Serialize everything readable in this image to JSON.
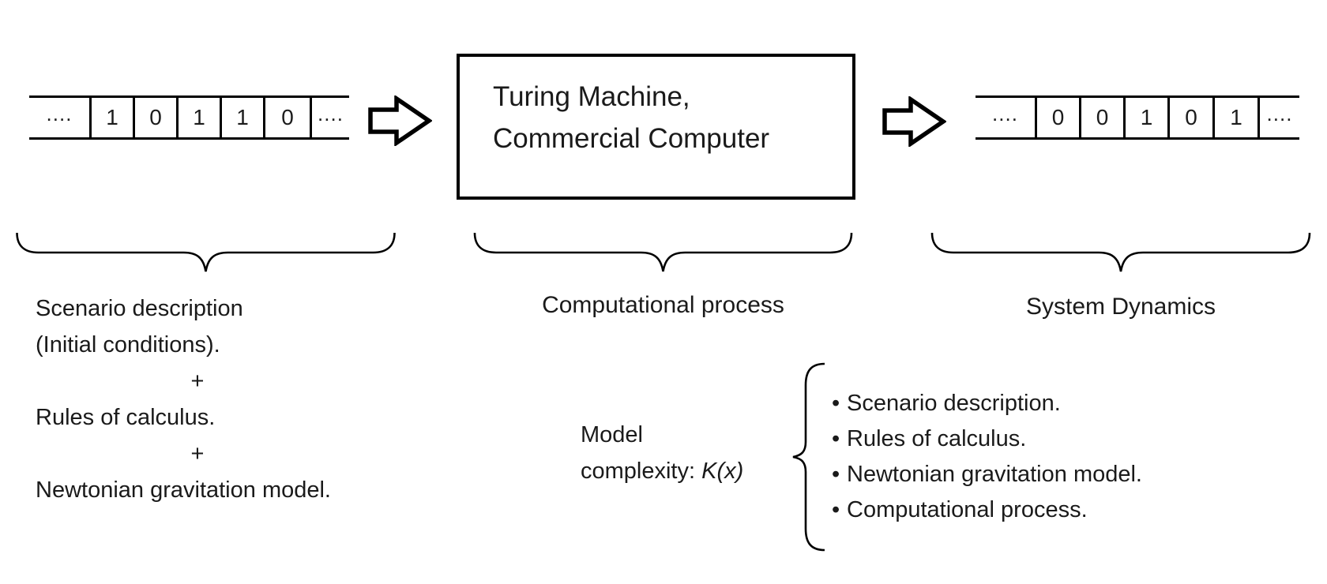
{
  "diagram": {
    "input_tape": {
      "cells": [
        "....",
        "1",
        "0",
        "1",
        "1",
        "0",
        "...."
      ]
    },
    "output_tape": {
      "cells": [
        "....",
        "0",
        "0",
        "1",
        "0",
        "1",
        "...."
      ]
    },
    "processor_box": {
      "line1": "Turing Machine,",
      "line2": "Commercial Computer"
    },
    "labels": {
      "input_line1": "Scenario description",
      "input_line2": "(Initial conditions).",
      "plus": "+",
      "input_line3": "Rules of calculus.",
      "input_line4": "Newtonian gravitation model.",
      "process": "Computational process",
      "output": "System Dynamics"
    },
    "complexity": {
      "label_line1": "Model",
      "label_line2_prefix": "complexity: ",
      "label_line2_math": "K(x)",
      "bullet_glyph": "•",
      "items": [
        "Scenario description.",
        "Rules of calculus.",
        "Newtonian gravitation model.",
        "Computational process."
      ]
    },
    "colors": {
      "ink": "#000000",
      "background": "#ffffff"
    }
  }
}
